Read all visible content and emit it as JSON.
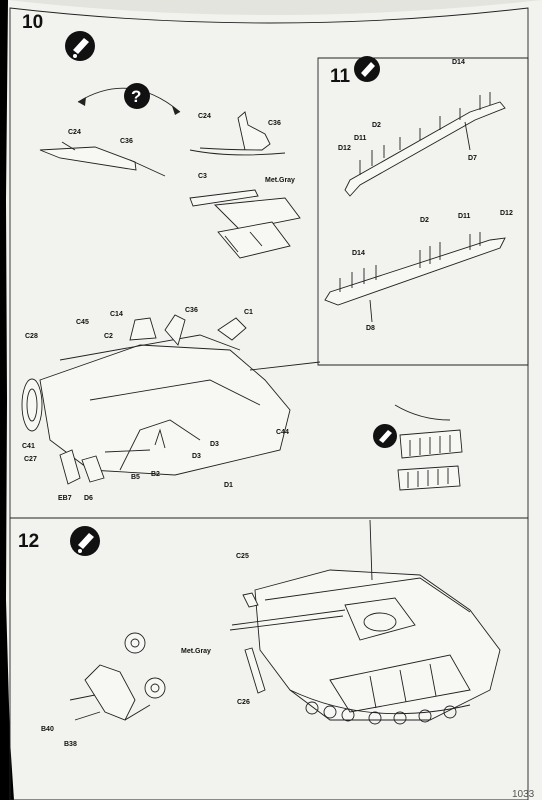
{
  "steps": [
    {
      "number": "10"
    },
    {
      "number": "11"
    },
    {
      "number": "12"
    }
  ],
  "step10": {
    "labels": {
      "c24_a": "C24",
      "c36_a": "C36",
      "c24_b": "C24",
      "c36_b": "C36",
      "c3": "C3",
      "met_gray": "Met.Gray",
      "c14": "C14",
      "c36_c": "C36",
      "c1": "C1",
      "c45": "C45",
      "c2": "C2",
      "c28": "C28",
      "c41": "C41",
      "c27": "C27",
      "eb7": "EB7",
      "d6": "D6",
      "b5": "B5",
      "b2": "B2",
      "d3_a": "D3",
      "d3_b": "D3",
      "d1": "D1",
      "c44": "C44"
    }
  },
  "step11": {
    "labels": {
      "d14_a": "D14",
      "d12_a": "D12",
      "d11_a": "D11",
      "d2_a": "D2",
      "d7": "D7",
      "d2_b": "D2",
      "d11_b": "D11",
      "d12_b": "D12",
      "d14_b": "D14",
      "d8": "D8"
    }
  },
  "step12": {
    "labels": {
      "c25": "C25",
      "met_gray": "Met.Gray",
      "c26": "C26",
      "b40": "B40",
      "b38": "B38"
    }
  },
  "page_number": "1033",
  "icons": [
    "glue-icon",
    "question-mark-icon",
    "hand-glue-icon"
  ]
}
